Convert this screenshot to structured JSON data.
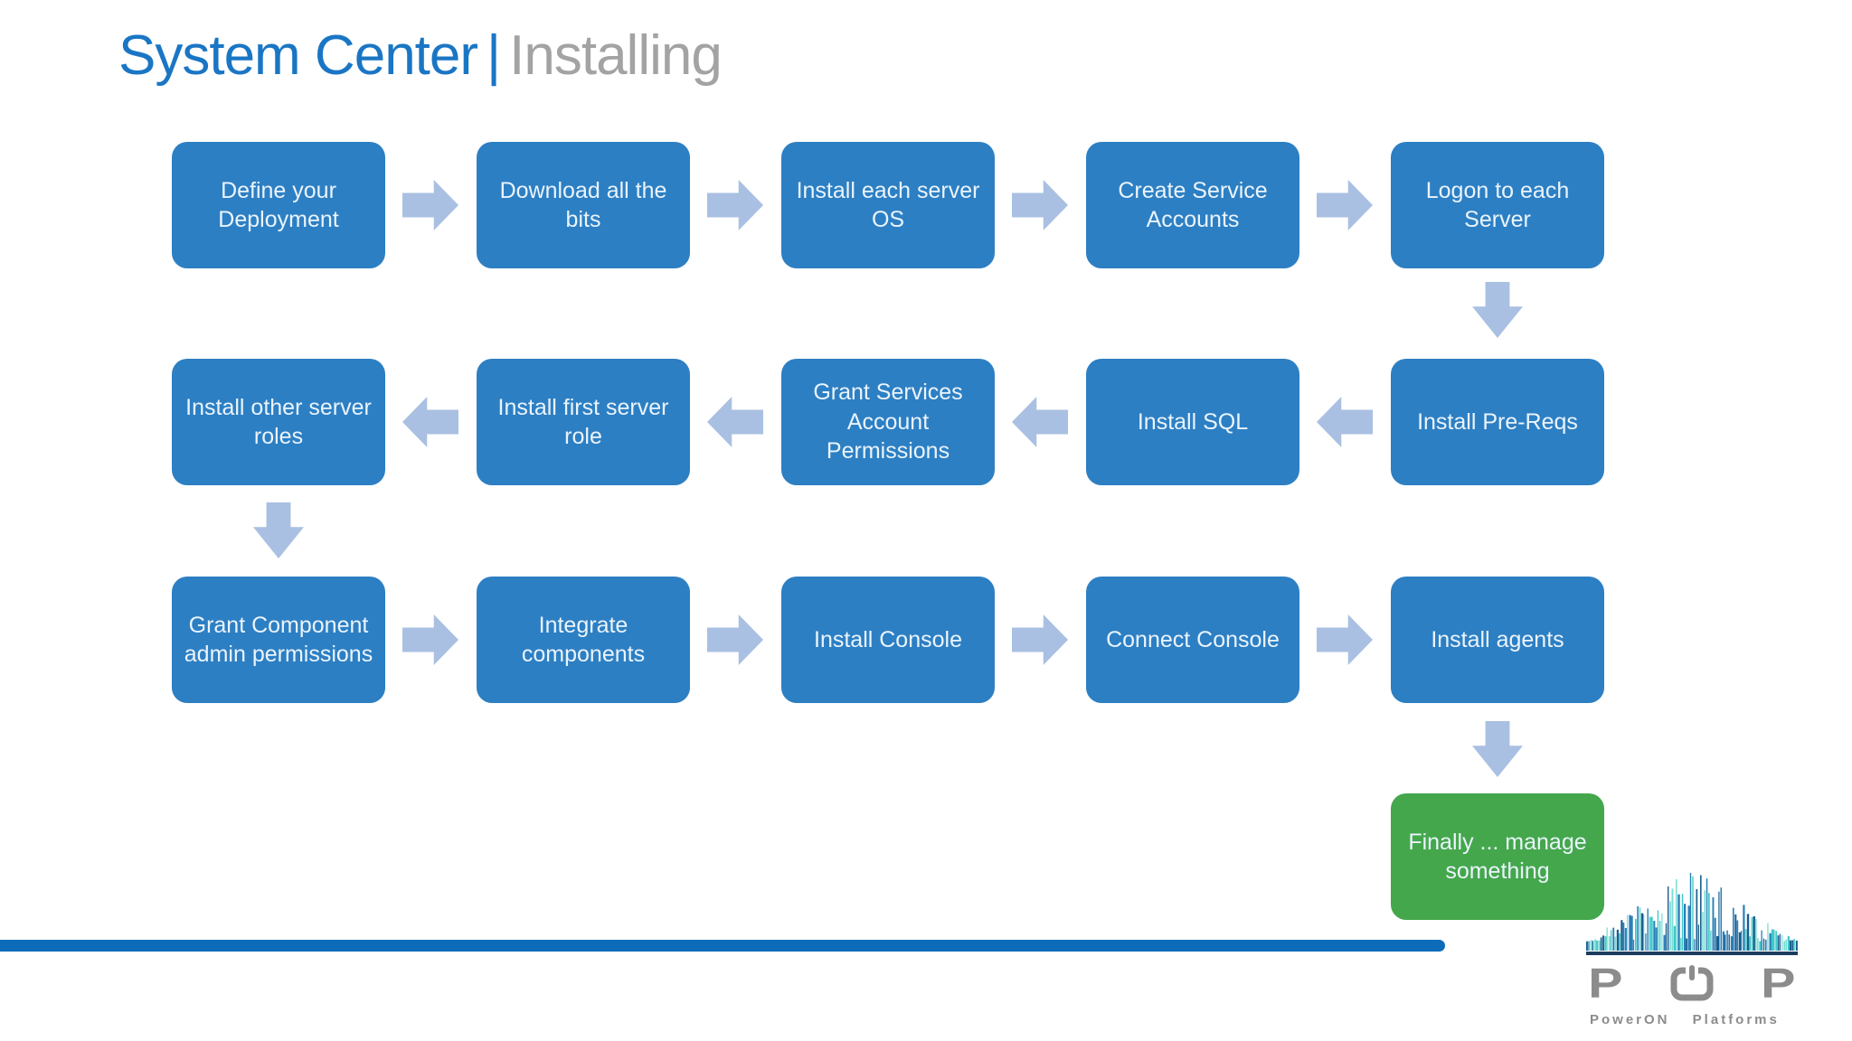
{
  "title": {
    "primary": "System Center",
    "separator": "|",
    "secondary": "Installing"
  },
  "steps": {
    "r1c1": "Define your\nDeployment",
    "r1c2": "Download all the\nbits",
    "r1c3": "Install each server\nOS",
    "r1c4": "Create Service\nAccounts",
    "r1c5": "Logon to each\nServer",
    "r2c1": "Install other server\nroles",
    "r2c2": "Install first server\nrole",
    "r2c3": "Grant Services\nAccount\nPermissions",
    "r2c4": "Install SQL",
    "r2c5": "Install Pre-Reqs",
    "r3c1": "Grant Component\nadmin permissions",
    "r3c2": "Integrate\ncomponents",
    "r3c3": "Install Console",
    "r3c4": "Connect Console",
    "r3c5": "Install agents",
    "r4c5": "Finally ... manage\nsomething"
  },
  "flow_directions": {
    "row1": "left-to-right",
    "row2": "right-to-left",
    "row3": "left-to-right"
  },
  "logo": {
    "left_letter": "P",
    "right_letter": "P",
    "power_icon": "power-icon",
    "tagline": "PowerON Platforms"
  },
  "colors": {
    "title_blue": "#1a76c4",
    "title_gray": "#a3a3a3",
    "box_blue": "#2d7fc3",
    "arrow": "#a9c0e2",
    "green": "#44a74c",
    "line": "#0c6cba",
    "logo_gray": "#8c8c8c",
    "navy": "#1d3d5e",
    "teal": "#3fc9c9"
  }
}
